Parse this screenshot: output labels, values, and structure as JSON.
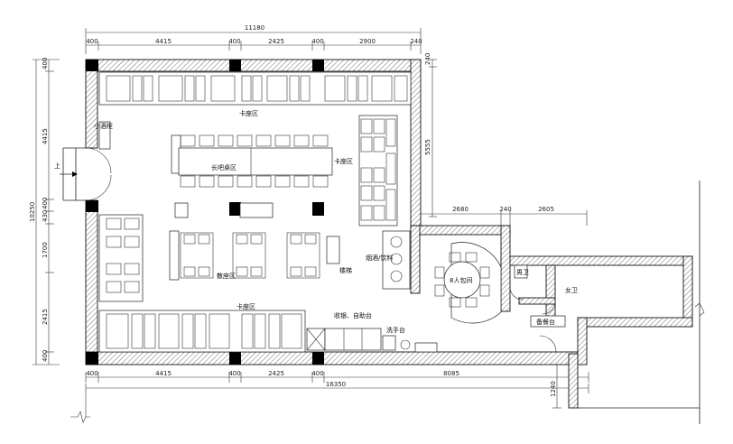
{
  "dimensions": {
    "top_total": "11180",
    "top_segments": [
      "400",
      "4415",
      "400",
      "2425",
      "400",
      "2900",
      "240"
    ],
    "right_top": "5555",
    "right_mid": "240",
    "mid_right_segments": [
      "2680",
      "240",
      "2605"
    ],
    "left_segments": [
      "400",
      "4415",
      "400",
      "430",
      "1700",
      "2415",
      "400"
    ],
    "left_total": "10250",
    "bottom_segments": [
      "400",
      "4415",
      "400",
      "2425",
      "400",
      "8085"
    ],
    "bottom_total": "16350",
    "bottom_right": "1240"
  },
  "rooms": {
    "booth_top": "卡座区",
    "booth_right": "卡座区",
    "booth_bottom": "卡座区",
    "long_bar": "长吧桌区",
    "dining": "散座区",
    "small_bar": "小酒柜",
    "stairs": "楼梯",
    "beverage": "烟酒/饮料",
    "private_room": "8人包间",
    "male_wc": "男卫",
    "female_wc": "女卫",
    "prep": "备餐台",
    "cashier": "收银、自助台",
    "sink": "洗手台"
  },
  "entrance": "上"
}
